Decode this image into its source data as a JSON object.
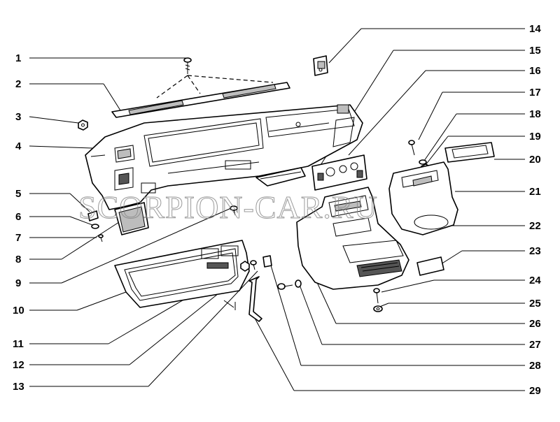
{
  "watermark": "SCORPION-CAR.RU",
  "callouts_left": [
    "1",
    "2",
    "3",
    "4",
    "5",
    "6",
    "7",
    "8",
    "9",
    "10",
    "11",
    "12",
    "13"
  ],
  "callouts_right": [
    "14",
    "15",
    "16",
    "17",
    "18",
    "19",
    "20",
    "21",
    "22",
    "23",
    "24",
    "25",
    "26",
    "27",
    "28",
    "29"
  ]
}
